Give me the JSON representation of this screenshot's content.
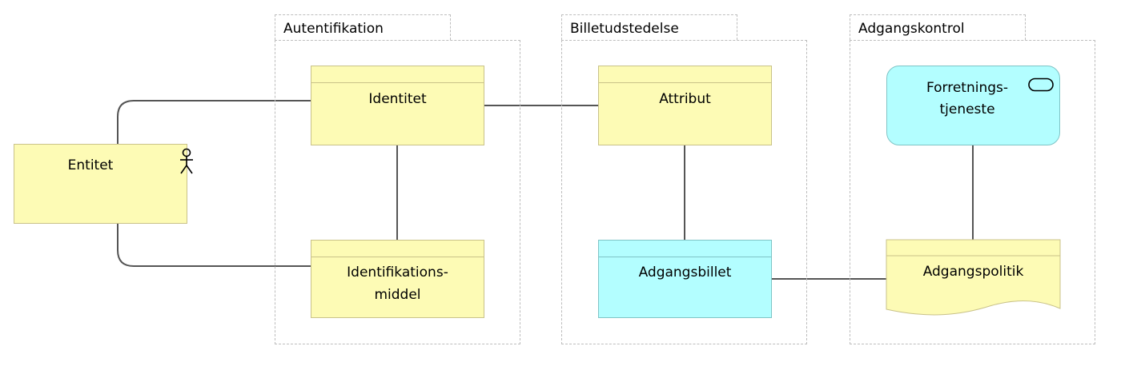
{
  "groups": {
    "authentication": {
      "label": "Autentifikation"
    },
    "ticketing": {
      "label": "Billetudstedelse"
    },
    "access_control": {
      "label": "Adgangskontrol"
    }
  },
  "nodes": {
    "entity": {
      "label": "Entitet",
      "icon": "actor-icon"
    },
    "identity": {
      "label": "Identitet"
    },
    "identification_means": {
      "line1": "Identifikations-",
      "line2": "middel"
    },
    "attribute": {
      "label": "Attribut"
    },
    "access_ticket": {
      "label": "Adgangsbillet"
    },
    "business_service": {
      "line1": "Forretnings-",
      "line2": "tjeneste",
      "icon": "service-icon"
    },
    "access_policy": {
      "label": "Adgangspolitik"
    }
  },
  "colors": {
    "yellow_fill": "#fdfbb5",
    "cyan_fill": "#b3feff",
    "connector": "#555555",
    "group_border": "#bdbdbd"
  }
}
